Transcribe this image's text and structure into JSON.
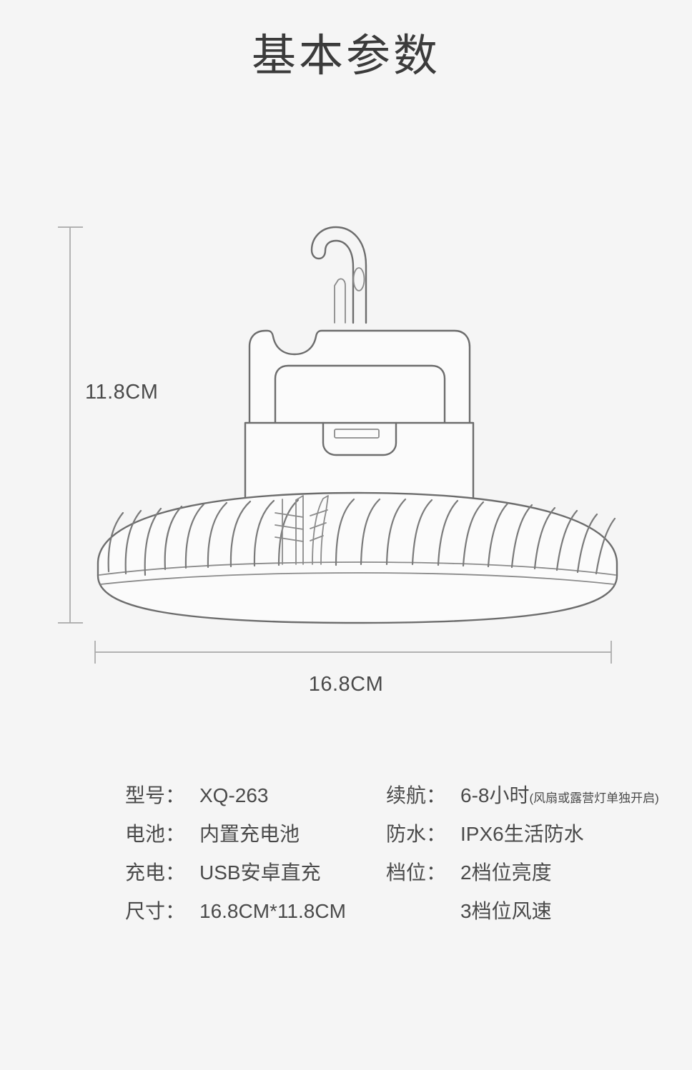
{
  "header": {
    "title": "基本参数"
  },
  "diagram": {
    "name": "camping-fan-light-outline-drawing",
    "height_dimension": "11.8CM",
    "width_dimension": "16.8CM",
    "line_color": "#6d6d6d",
    "background_color": "#f5f5f5"
  },
  "specs": {
    "left": [
      {
        "label": "型号：",
        "value": "XQ-263",
        "note": ""
      },
      {
        "label": "电池：",
        "value": "内置充电池",
        "note": ""
      },
      {
        "label": "充电：",
        "value": "USB安卓直充",
        "note": ""
      },
      {
        "label": "尺寸：",
        "value": "16.8CM*11.8CM",
        "note": ""
      }
    ],
    "right": [
      {
        "label": "续航：",
        "value": "6-8小时",
        "note": "(风扇或露营灯单独开启)"
      },
      {
        "label": "防水：",
        "value": "IPX6生活防水",
        "note": ""
      },
      {
        "label": "档位：",
        "value": "2档位亮度",
        "note": ""
      },
      {
        "label": "",
        "value": "3档位风速",
        "note": ""
      }
    ]
  }
}
